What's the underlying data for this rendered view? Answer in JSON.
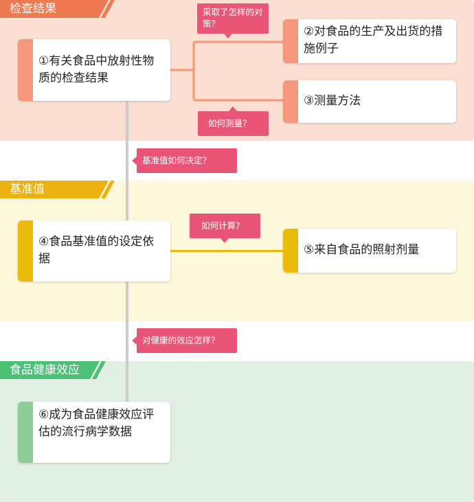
{
  "sections": [
    {
      "label": "检查结果",
      "color": "#ef7a52",
      "bg": "#fbdfd3"
    },
    {
      "label": "基准值",
      "color": "#ebb011",
      "bg": "#fdf8dc"
    },
    {
      "label": "食品健康效应",
      "color": "#4dbf77",
      "bg": "#e1f0e2"
    }
  ],
  "nodes": [
    {
      "label": "①有关食品中放射性物质的检查结果"
    },
    {
      "label": "②对食品的生产及出货的措施例子"
    },
    {
      "label": "③测量方法"
    },
    {
      "label": "④食品基准值的设定依据"
    },
    {
      "label": "⑤来自食品的照射剂量"
    },
    {
      "label": "⑥成为食品健康效应评估的流行病学数据"
    }
  ],
  "questions": [
    {
      "label": "采取了怎样的对策？"
    },
    {
      "label": "如何测量？"
    },
    {
      "label": "基准值如何决定？"
    },
    {
      "label": "如何计算？"
    },
    {
      "label": "对健康的效应怎样？"
    }
  ],
  "colors": {
    "question_bg": "#e95577",
    "section1_accent": "#f4977a",
    "section2_accent": "#ecba0b",
    "section3_accent": "#8fcc98",
    "spine": "#cccccc"
  }
}
